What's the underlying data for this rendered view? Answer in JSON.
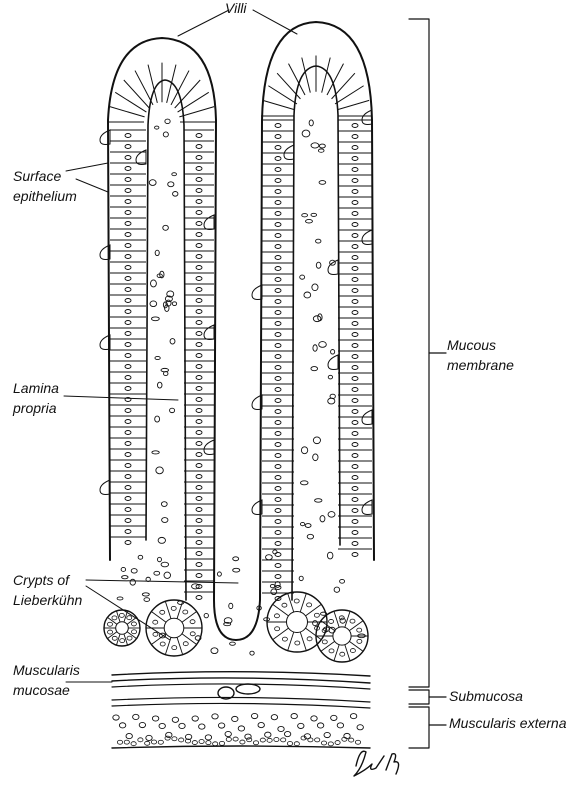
{
  "diagram": {
    "labels": {
      "villi": "Villi",
      "surface_epithelium_1": "Surface",
      "surface_epithelium_2": "epithelium",
      "lamina_propria_1": "Lamina",
      "lamina_propria_2": "propria",
      "crypts_1": "Crypts of",
      "crypts_2": "Lieberkühn",
      "muscularis_mucosae_1": "Muscularis",
      "muscularis_mucosae_2": "mucosae",
      "mucous_membrane_1": "Mucous",
      "mucous_membrane_2": "membrane",
      "submucosa": "Submucosa",
      "muscularis_externa": "Muscularis externa"
    },
    "signature": "La-13"
  }
}
